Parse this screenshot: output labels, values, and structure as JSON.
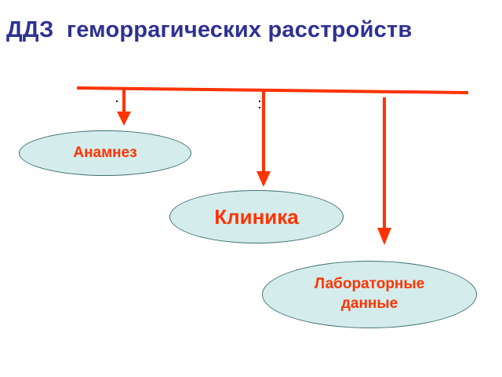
{
  "title": "ДДЗ  геморрагических расстройств",
  "nodes": {
    "anamnez": "Анамнез",
    "klinika": "Клиника",
    "lab_line1": "Лабораторные",
    "lab_line2": "данные"
  },
  "colors": {
    "title": "#2e3192",
    "arrow": "#ff3300",
    "node_fill": "#d5ecec",
    "node_border": "#3d6f73",
    "node_text": "#ff3300"
  }
}
